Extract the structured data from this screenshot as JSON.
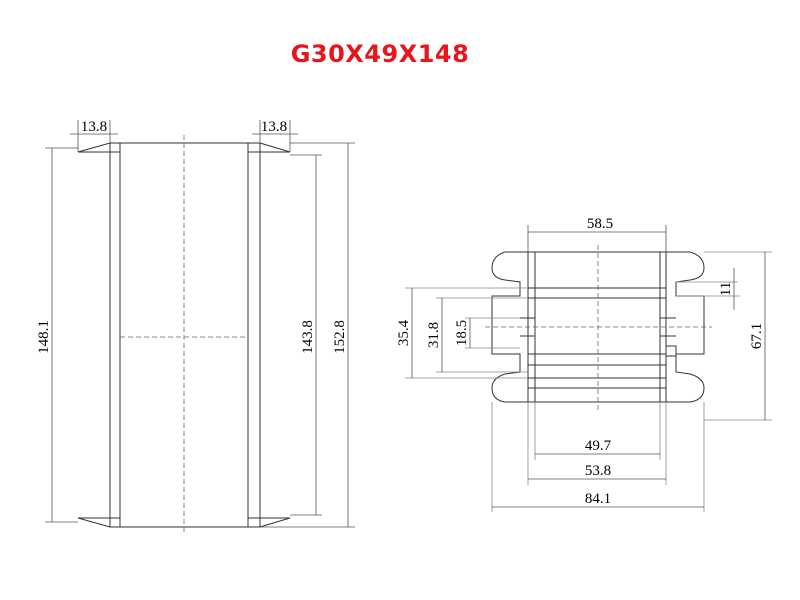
{
  "title": "G30X49X148",
  "front_view": {
    "dim_flange_left": "13.8",
    "dim_flange_right": "13.8",
    "dim_height_left": "148.1",
    "dim_height_inner": "143.8",
    "dim_height_total": "152.8"
  },
  "end_view": {
    "dim_top_width": "58.5",
    "dim_slot": "11",
    "dim_total_height": "67.1",
    "dim_h1": "35.4",
    "dim_h2": "31.8",
    "dim_h3": "18.5",
    "dim_w1": "49.7",
    "dim_w2": "53.8",
    "dim_w3": "84.1"
  }
}
